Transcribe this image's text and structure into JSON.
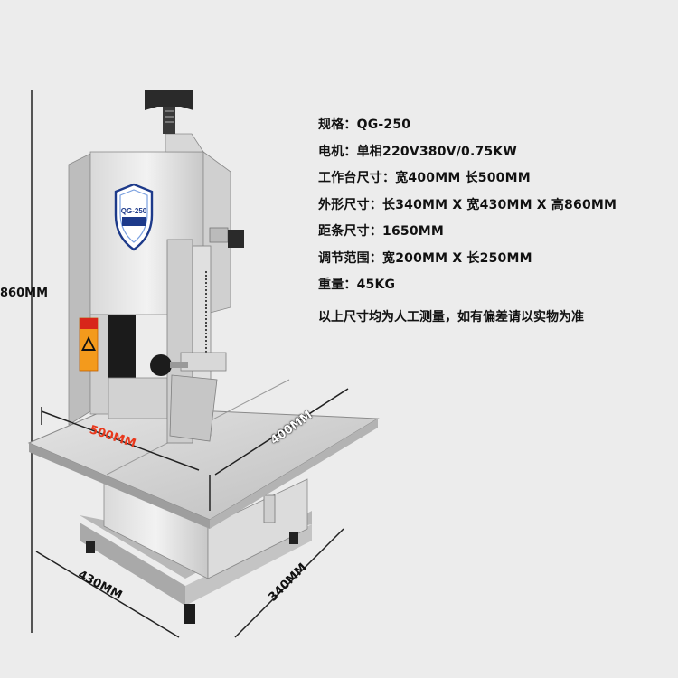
{
  "specs": [
    "规格：QG-250",
    "电机：单相220V380V/0.75KW",
    "工作台尺寸：宽400MM  长500MM",
    "外形尺寸：长340MM X 宽430MM X 高860MM",
    "距条尺寸：1650MM",
    "调节范围：宽200MM X 长250MM",
    "重量：45KG"
  ],
  "note": "以上尺寸均为人工测量，如有偏差请以实物为准",
  "dimensions": {
    "height": "860MM",
    "table_length": "500MM",
    "table_width": "400MM",
    "base_width": "430MM",
    "base_depth": "340MM"
  },
  "badge_text": "QG-250"
}
